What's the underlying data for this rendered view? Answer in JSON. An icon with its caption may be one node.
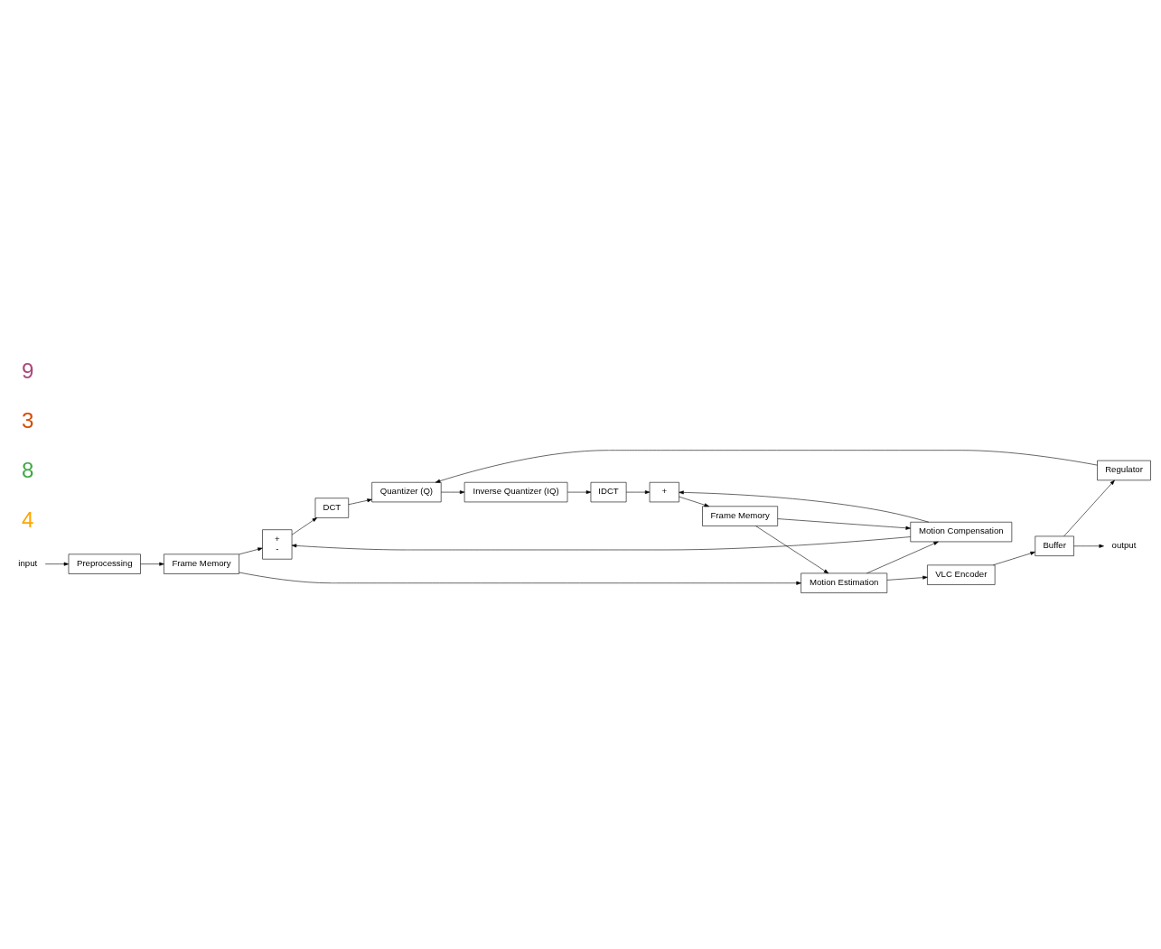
{
  "diagram": {
    "nodes": [
      {
        "text": [
          "Frame Memory"
        ]
      },
      {
        "text": [
          "Preprocessing"
        ]
      },
      {
        "text": [
          "input"
        ]
      },
      {
        "text": [
          "+",
          "-"
        ]
      },
      {
        "text": [
          "DCT"
        ]
      },
      {
        "text": [
          "Regulator"
        ]
      },
      {
        "text": [
          "Quantizer (Q)"
        ]
      },
      {
        "text": [
          "Inverse Quantizer (IQ)"
        ]
      },
      {
        "text": [
          "IDCT"
        ]
      },
      {
        "text": [
          "+"
        ]
      },
      {
        "text": [
          "Frame Memory"
        ]
      },
      {
        "text": [
          "Motion Compensation"
        ]
      },
      {
        "text": [
          "Motion Estimation"
        ]
      },
      {
        "text": [
          "VLC Encoder"
        ]
      },
      {
        "text": [
          "Buffer"
        ]
      },
      {
        "text": [
          "output"
        ]
      }
    ],
    "edges": [
      {
        "from": 2,
        "to": 1,
        "arrow": "to"
      },
      {
        "from": 1,
        "to": 0,
        "arrow": "to"
      },
      {
        "from": 0,
        "to": 3,
        "arrow": "to"
      },
      {
        "from": 0,
        "to": 12,
        "arrow": "to"
      },
      {
        "from": 3,
        "to": 4,
        "arrow": "to"
      },
      {
        "from": 4,
        "to": 6,
        "arrow": "to"
      },
      {
        "from": 5,
        "to": 6,
        "arrow": "to"
      },
      {
        "from": 6,
        "to": 7,
        "arrow": "to"
      },
      {
        "from": 7,
        "to": 8,
        "arrow": "to"
      },
      {
        "from": 8,
        "to": 9,
        "arrow": "to"
      },
      {
        "from": 9,
        "to": 10,
        "arrow": "to"
      },
      {
        "from": 10,
        "to": 11,
        "arrow": "to"
      },
      {
        "from": 10,
        "to": 12,
        "arrow": "to"
      },
      {
        "from": 11,
        "to": 3,
        "arrow": "to"
      },
      {
        "from": 11,
        "to": 9,
        "arrow": "to"
      },
      {
        "from": 12,
        "to": 11,
        "arrow": "to"
      },
      {
        "from": 12,
        "to": 13,
        "arrow": "to"
      },
      {
        "from": 13,
        "to": 14,
        "arrow": "to"
      },
      {
        "from": 14,
        "to": 15,
        "arrow": "to"
      },
      {
        "from": 14,
        "to": 5,
        "arrow": "to"
      }
    ],
    "labels": [
      "4",
      "8",
      "3",
      "9"
    ]
  }
}
